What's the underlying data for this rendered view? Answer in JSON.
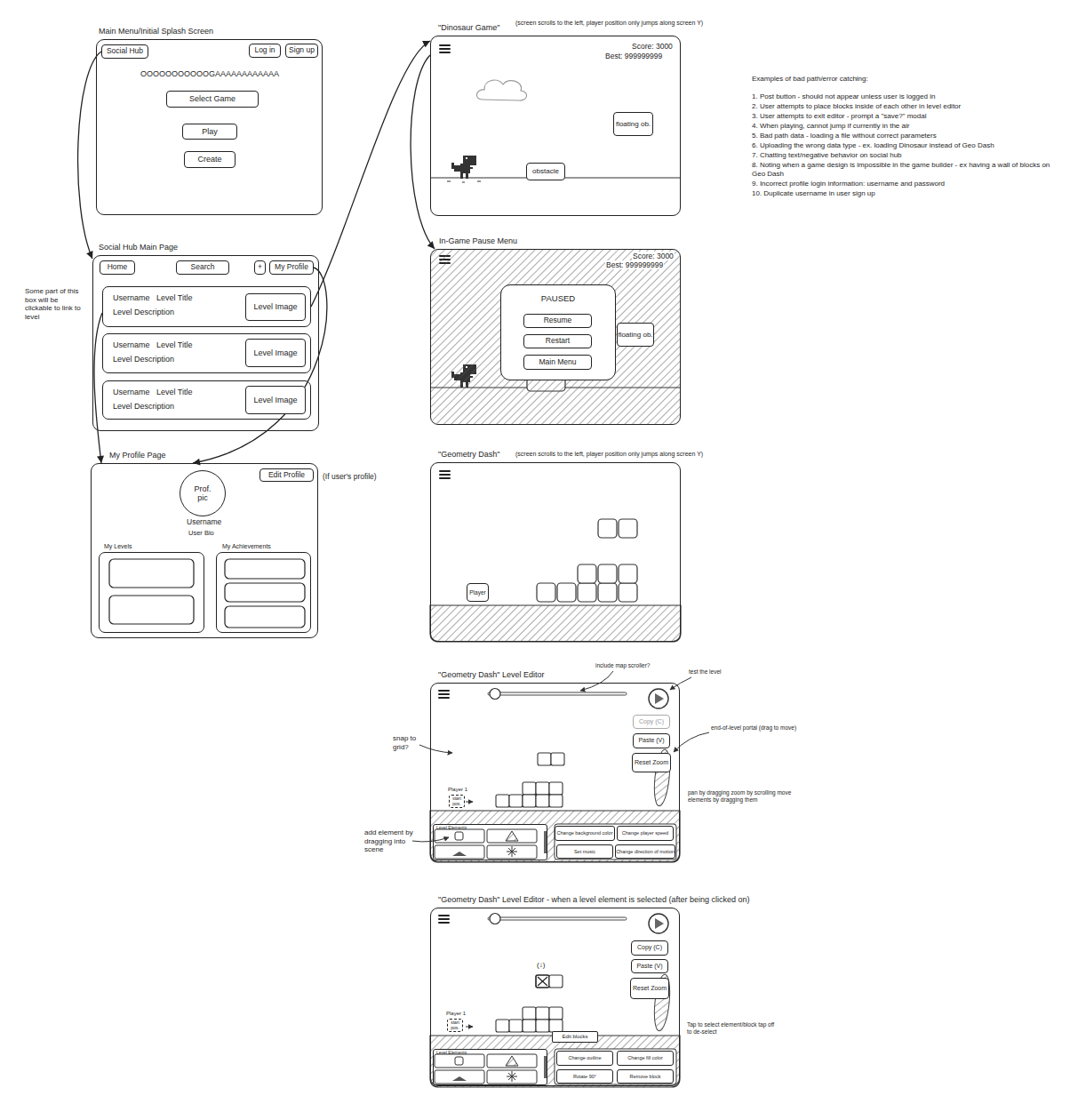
{
  "diagram": {
    "nodes": [
      {
        "text": [
          "Main Menu/Initial Splash Screen"
        ]
      },
      {
        "text": [
          "Social Hub"
        ],
        "in": 0
      },
      {
        "text": [
          "Log in"
        ],
        "in": 0
      },
      {
        "text": [
          "Sign up"
        ],
        "in": 0
      },
      {
        "text": [
          "Select Game"
        ],
        "in": 0
      },
      {
        "text": [
          "Play"
        ],
        "in": 0
      },
      {
        "text": [
          "Create"
        ],
        "in": 0
      },
      {
        "text": [
          "Social Hub Main Page"
        ]
      },
      {
        "text": [
          "Home"
        ],
        "in": 7
      },
      {
        "text": [
          "Search"
        ],
        "in": 7
      },
      {
        "text": [
          "+"
        ],
        "in": 7
      },
      {
        "text": [
          "My Profile"
        ],
        "in": 7
      },
      {
        "text": [
          "Username",
          "Level Title",
          "Level Description"
        ],
        "in": 7
      },
      {
        "text": [
          "Level Image"
        ],
        "in": 12
      },
      {
        "text": [
          "Username",
          "Level Title",
          "Level Description"
        ],
        "in": 7
      },
      {
        "text": [
          "Level Image"
        ],
        "in": 14
      },
      {
        "text": [
          "Username",
          "Level Title",
          "Level Description"
        ],
        "in": 7
      },
      {
        "text": [
          "Level Image"
        ],
        "in": 16
      },
      {
        "text": [
          "My Profile Page"
        ]
      },
      {
        "text": [
          "Edit Profile"
        ],
        "in": 18
      },
      {
        "text": [
          "Prof. pic"
        ],
        "in": 18
      },
      {
        "text": [
          "My Levels"
        ],
        "in": 18
      },
      {
        "text": [
          "My Achievements"
        ],
        "in": 18
      },
      {
        "text": [
          "\"Dinosaur Game\""
        ]
      },
      {
        "text": [
          "floating ob."
        ],
        "in": 23
      },
      {
        "text": [
          "obstacle"
        ],
        "in": 23
      },
      {
        "text": [
          "In-Game Pause Menu"
        ]
      },
      {
        "text": [
          "PAUSED"
        ],
        "in": 26
      },
      {
        "text": [
          "Resume"
        ],
        "in": 27
      },
      {
        "text": [
          "Restart"
        ],
        "in": 27
      },
      {
        "text": [
          "Main Menu"
        ],
        "in": 27
      },
      {
        "text": [
          "floating ob."
        ],
        "in": 26
      },
      {
        "text": [
          "\"Geometry Dash\""
        ]
      },
      {
        "text": [
          "Player"
        ],
        "in": 32
      },
      {
        "text": [
          "\"Geometry Dash\" Level Editor"
        ]
      },
      {
        "text": [
          "Copy (C)"
        ],
        "in": 34
      },
      {
        "text": [
          "Paste (V)"
        ],
        "in": 34
      },
      {
        "text": [
          "Reset Zoom"
        ],
        "in": 34
      },
      {
        "text": [
          "Player 1",
          "start pos."
        ],
        "in": 34
      },
      {
        "text": [
          "Level Elements"
        ],
        "in": 34
      },
      {
        "text": [
          "Change background color"
        ],
        "in": 34
      },
      {
        "text": [
          "Change player speed"
        ],
        "in": 34
      },
      {
        "text": [
          "Set music"
        ],
        "in": 34
      },
      {
        "text": [
          "Change direction of motion"
        ],
        "in": 34
      },
      {
        "text": [
          "\"Geometry Dash\" Level Editor - when a level element is selected (after being clicked on)"
        ]
      },
      {
        "text": [
          "Copy (C)"
        ],
        "in": 44
      },
      {
        "text": [
          "Paste (V)"
        ],
        "in": 44
      },
      {
        "text": [
          "Reset Zoom"
        ],
        "in": 44
      },
      {
        "text": [
          "Player 1",
          "start pos."
        ],
        "in": 44
      },
      {
        "text": [
          "Edit blocks"
        ],
        "in": 44
      },
      {
        "text": [
          "Level Elements"
        ],
        "in": 44
      },
      {
        "text": [
          "Change outline"
        ],
        "in": 44
      },
      {
        "text": [
          "Change fill color"
        ],
        "in": 44
      },
      {
        "text": [
          "Rotate 90°"
        ],
        "in": 44
      },
      {
        "text": [
          "Remove block"
        ],
        "in": 44
      }
    ],
    "edges": [
      {
        "from": 1,
        "to": 7,
        "arrow": "to"
      },
      {
        "from": 11,
        "to": 18,
        "arrow": "to"
      },
      {
        "from": 12,
        "to": 23,
        "arrow": "to"
      },
      {
        "from": 12,
        "to": 18,
        "arrow": "to"
      },
      {
        "from": 23,
        "to": 26,
        "arrow": "to"
      }
    ],
    "labels": [
      "OOOOOOOOOOOGAAAAAAAAAAAA",
      "Some part of this box will be clickable to link to level",
      "(If user's profile)",
      "Username",
      "User Bio",
      "(screen scrolls to the left, player position only jumps along screen Y)",
      "Score: 3000",
      "Best: 999999999",
      "Score: 3000",
      "Best: 999999999",
      "(screen scrolls to the left, player position only jumps along screen Y)",
      "include map scroller?",
      "test the level",
      "end-of-level portal (drag to move)",
      "snap to grid?",
      "add element by dragging into scene",
      "pan by dragging zoom by scrolling move elements by dragging them",
      "(↓)",
      "Tap to select element/block tap off to de-select",
      "Examples of bad path/error catching:",
      "1. Post button - should not appear unless user is logged in",
      "2. User attempts to place blocks inside of each other in level editor",
      "3. User attempts to exit editor - prompt a \"save?\" modal",
      "4. When playing, cannot jump if currently in the air",
      "5. Bad path data - loading a file without correct parameters",
      "6. Uploading the wrong data type - ex. loading Dinosaur instead of Geo Dash",
      "7. Chatting text/negative behavior on social hub",
      "8. Noting when a game design is impossible in the game builder - ex having a wall of blocks on Geo Dash",
      "9. Incorrect profile login information: username and password",
      "10. Duplicate username in user sign up"
    ]
  }
}
